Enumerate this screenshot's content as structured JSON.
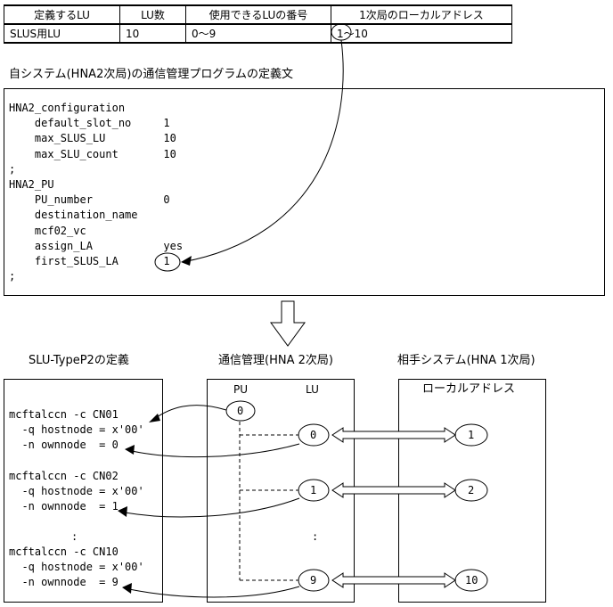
{
  "table": {
    "headers": [
      "定義するLU",
      "LU数",
      "使用できるLUの番号",
      "1次局のローカルアドレス"
    ],
    "row": [
      "SLUS用LU",
      "10",
      "0〜9",
      "1〜10"
    ]
  },
  "def_title": "自システム(HNA2次局)の通信管理プログラムの定義文",
  "def_lines": [
    "HNA2_configuration",
    "    default_slot_no     1",
    "    max_SLUS_LU         10",
    "    max_SLU_count       10",
    ";",
    "HNA2_PU",
    "    PU_number           0",
    "    destination_name",
    "    mcf02_vc",
    "    assign_LA           yes",
    "    first_SLUS_LA       1",
    ";"
  ],
  "panels": {
    "left_title": "SLU-TypeP2の定義",
    "mid_title": "通信管理(HNA 2次局)",
    "right_title": "相手システム(HNA 1次局)",
    "pu_label": "PU",
    "lu_label": "LU",
    "right_header": "ローカルアドレス"
  },
  "slu_defs": [
    {
      "cmd": "mcftalccn -c CN01",
      "q": "  -q hostnode = x'00'",
      "n": "  -n ownnode  = 0"
    },
    {
      "cmd": "mcftalccn -c CN02",
      "q": "  -q hostnode = x'00'",
      "n": "  -n ownnode  = 1"
    },
    {
      "cmd": "mcftalccn -c CN10",
      "q": "  -q hostnode = x'00'",
      "n": "  -n ownnode  = 9"
    }
  ],
  "ellipsis": ":",
  "nodes": {
    "pu": "0",
    "lu": [
      "0",
      "1",
      "9"
    ],
    "addr": [
      "1",
      "2",
      "10"
    ]
  }
}
